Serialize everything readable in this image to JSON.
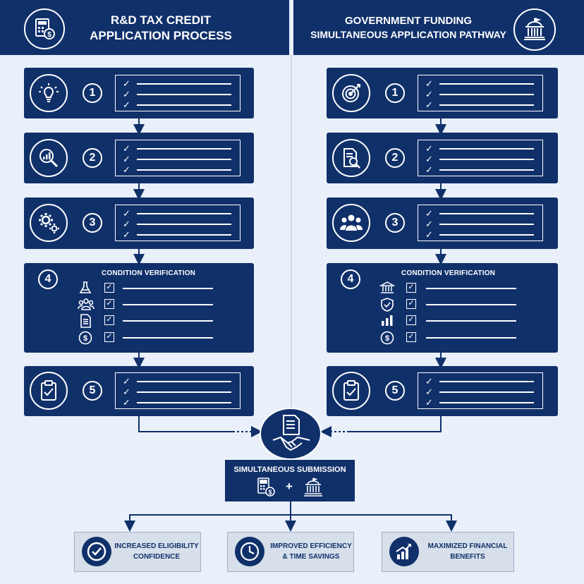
{
  "left_header": {
    "line1": "R&D TAX CREDIT",
    "line2": "APPLICATION PROCESS",
    "icon": "calculator-dollar-icon"
  },
  "right_header": {
    "line1": "GOVERNMENT FUNDING",
    "line2": "SIMULTANEOUS APPLICATION PATHWAY",
    "icon": "government-building-icon"
  },
  "left_steps": [
    {
      "number": "1",
      "icon": "lightbulb-icon"
    },
    {
      "number": "2",
      "icon": "magnifier-chart-icon"
    },
    {
      "number": "3",
      "icon": "gears-icon"
    },
    {
      "number": "4",
      "title": "CONDITION VERIFICATION",
      "row_icons": [
        "flask-icon",
        "team-icon",
        "document-icon",
        "dollar-coin-icon"
      ]
    },
    {
      "number": "5",
      "icon": "clipboard-check-icon"
    }
  ],
  "right_steps": [
    {
      "number": "1",
      "icon": "target-icon"
    },
    {
      "number": "2",
      "icon": "document-search-icon"
    },
    {
      "number": "3",
      "icon": "people-group-icon"
    },
    {
      "number": "4",
      "title": "CONDITION VERIFICATION",
      "row_icons": [
        "government-building-icon",
        "shield-check-icon",
        "bar-chart-icon",
        "dollar-coin-icon"
      ]
    },
    {
      "number": "5",
      "icon": "clipboard-check-icon"
    }
  ],
  "submission": {
    "title": "SIMULTANEOUS SUBMISSION",
    "plus": "+",
    "center_icon": "handshake-document-icon"
  },
  "outcomes": [
    {
      "line1": "INCREASED ELIGIBILITY",
      "line2": "CONFIDENCE",
      "icon": "checkmark-circle-icon"
    },
    {
      "line1": "IMPROVED EFFICIENCY",
      "line2": "& TIME SAVINGS",
      "icon": "clock-icon"
    },
    {
      "line1": "MAXIMIZED FINANCIAL",
      "line2": "BENEFITS",
      "icon": "growth-chart-icon"
    }
  ],
  "colors": {
    "navy": "#10306a",
    "background": "#e9f0f9",
    "outcome_bg": "#d6dfea"
  }
}
